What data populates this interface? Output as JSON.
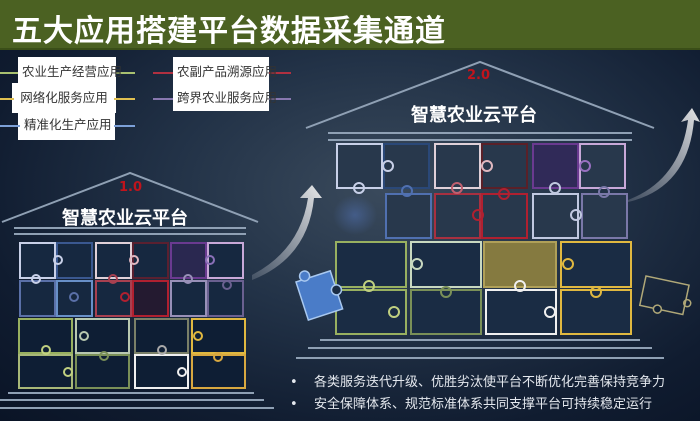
{
  "title": "五大应用搭建平台数据采集通道",
  "legend": [
    {
      "label": "农业生产经营应用",
      "color": "#a8c070"
    },
    {
      "label": "网络化服务应用",
      "color": "#e0c050"
    },
    {
      "label": "精准化生产应用",
      "color": "#7ca0d8"
    },
    {
      "label": "农副产品溯源应用",
      "color": "#b03040"
    },
    {
      "label": "跨界农业服务应用",
      "color": "#8878b0"
    }
  ],
  "platform_v1": {
    "version": "1.0",
    "name": "智慧农业云平台"
  },
  "platform_v2": {
    "version": "2.0",
    "name": "智慧农业云平台"
  },
  "bullets": [
    "各类服务迭代升级、优胜劣汰使平台不断优化完善保持竞争力",
    "安全保障体系、规范标准体系共同支撑平台可持续稳定运行"
  ],
  "colors": {
    "title_bg": "#4b6122",
    "accent_red": "#c0141c",
    "background": "#1a2a40"
  },
  "icons": {
    "growth_arrow": "curved-arrow-up",
    "loose_piece_blue": "puzzle-piece",
    "loose_piece_gold": "puzzle-piece-outline"
  }
}
